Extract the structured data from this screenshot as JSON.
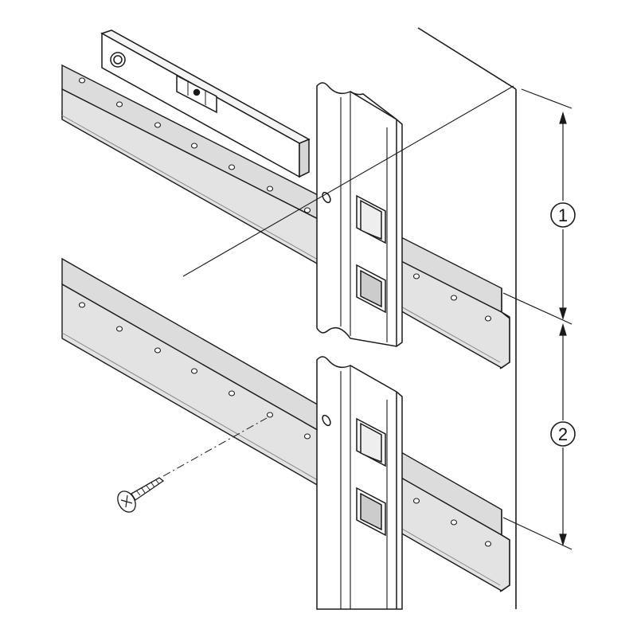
{
  "diagram": {
    "callouts": [
      {
        "number": "1"
      },
      {
        "number": "2"
      }
    ],
    "colors": {
      "line": "#1a1a1a",
      "rail_fill": "#dcdcdc",
      "rail_shadow": "#b8b8b8",
      "background": "#ffffff"
    },
    "parts": [
      "wall-rail-upper",
      "wall-rail-lower",
      "spirit-level",
      "upright-upper",
      "upright-lower",
      "wall-panel",
      "screw"
    ]
  }
}
